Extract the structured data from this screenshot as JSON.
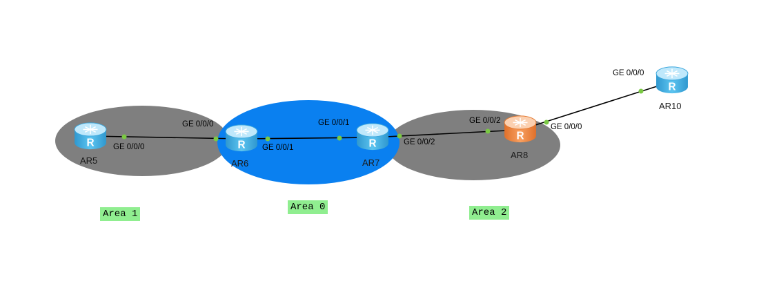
{
  "colors": {
    "area_grey": "#7f7f7f",
    "area_backbone": "#0a80f0",
    "area_label_bg": "#90ee90",
    "port_dot": "#7ac943",
    "link": "#000000",
    "router_blue": "#49b6e8",
    "router_orange": "#f08a3c"
  },
  "areas": [
    {
      "id": "area1",
      "label": "Area 1"
    },
    {
      "id": "area0",
      "label": "Area 0"
    },
    {
      "id": "area2",
      "label": "Area 2"
    }
  ],
  "routers": [
    {
      "id": "ar5",
      "name": "AR5",
      "icon": "router-icon",
      "color": "router_blue"
    },
    {
      "id": "ar6",
      "name": "AR6",
      "icon": "router-icon",
      "color": "router_blue"
    },
    {
      "id": "ar7",
      "name": "AR7",
      "icon": "router-icon",
      "color": "router_blue"
    },
    {
      "id": "ar8",
      "name": "AR8",
      "icon": "router-icon",
      "color": "router_orange"
    },
    {
      "id": "ar10",
      "name": "AR10",
      "icon": "router-icon",
      "color": "router_blue"
    }
  ],
  "links": [
    {
      "from": "AR5",
      "from_port": "GE 0/0/0",
      "to": "AR6",
      "to_port": "GE 0/0/0"
    },
    {
      "from": "AR6",
      "from_port": "GE 0/0/1",
      "to": "AR7",
      "to_port": "GE 0/0/1"
    },
    {
      "from": "AR7",
      "from_port": "GE 0/0/2",
      "to": "AR8",
      "to_port": "GE 0/0/2"
    },
    {
      "from": "AR8",
      "from_port": "GE 0/0/0",
      "to": "AR10",
      "to_port": "GE 0/0/0"
    }
  ]
}
